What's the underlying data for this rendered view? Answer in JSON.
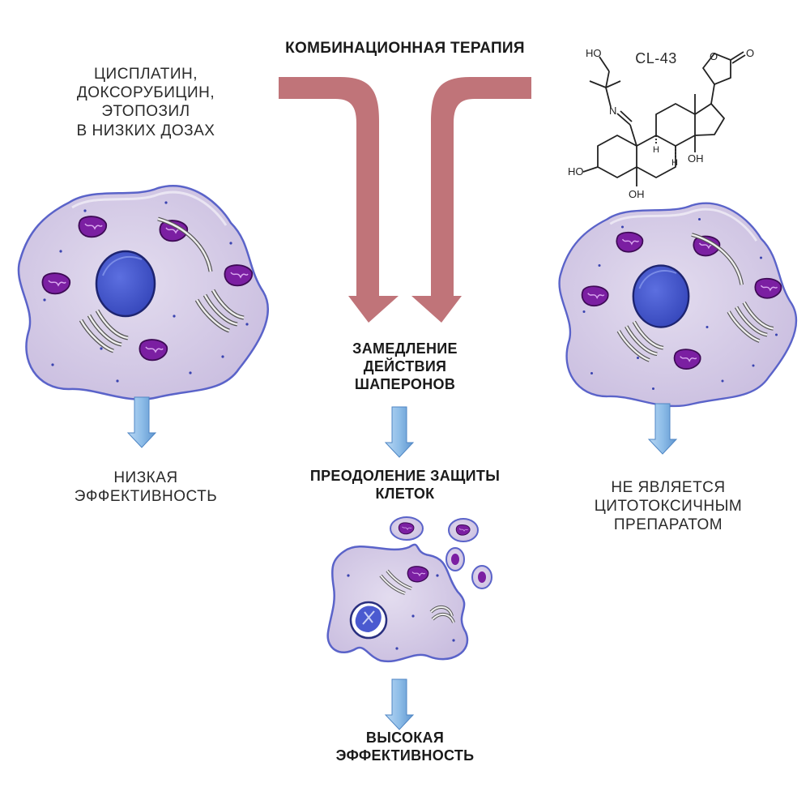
{
  "title": "КОМБИНАЦИОННАЯ ТЕРАПИЯ",
  "left_drugs": [
    "ЦИСПЛАТИН,",
    "ДОКСОРУБИЦИН,",
    "ЭТОПОЗИЛ",
    "В НИЗКИХ ДОЗАХ"
  ],
  "compound": {
    "name": "CL-43",
    "labels": [
      "HO",
      "N",
      "HO",
      "OH",
      "OH",
      "H",
      "H",
      "O",
      "O"
    ]
  },
  "center_steps": {
    "step1": [
      "ЗАМЕДЛЕНИЕ",
      "ДЕЙСТВИЯ",
      "ШАПЕРОНОВ"
    ],
    "step2": [
      "ПРЕОДОЛЕНИЕ ЗАЩИТЫ",
      "КЛЕТОК"
    ],
    "result": [
      "ВЫСОКАЯ",
      "ЭФФЕКТИВНОСТЬ"
    ]
  },
  "left_result": [
    "НИЗКАЯ",
    "ЭФФЕКТИВНОСТЬ"
  ],
  "right_result": [
    "НЕ ЯВЛЯЕТСЯ",
    "ЦИТОТОКСИЧНЫМ",
    "ПРЕПАРАТОМ"
  ],
  "colors": {
    "therapy_arrow": "#c07479",
    "step_arrow": "#8fbde6",
    "cell_fill": "#d6cbe6",
    "cell_outline": "#5a63c9",
    "nucleus": "#4a5ad0",
    "mitochondria": "#7a1e9a"
  }
}
